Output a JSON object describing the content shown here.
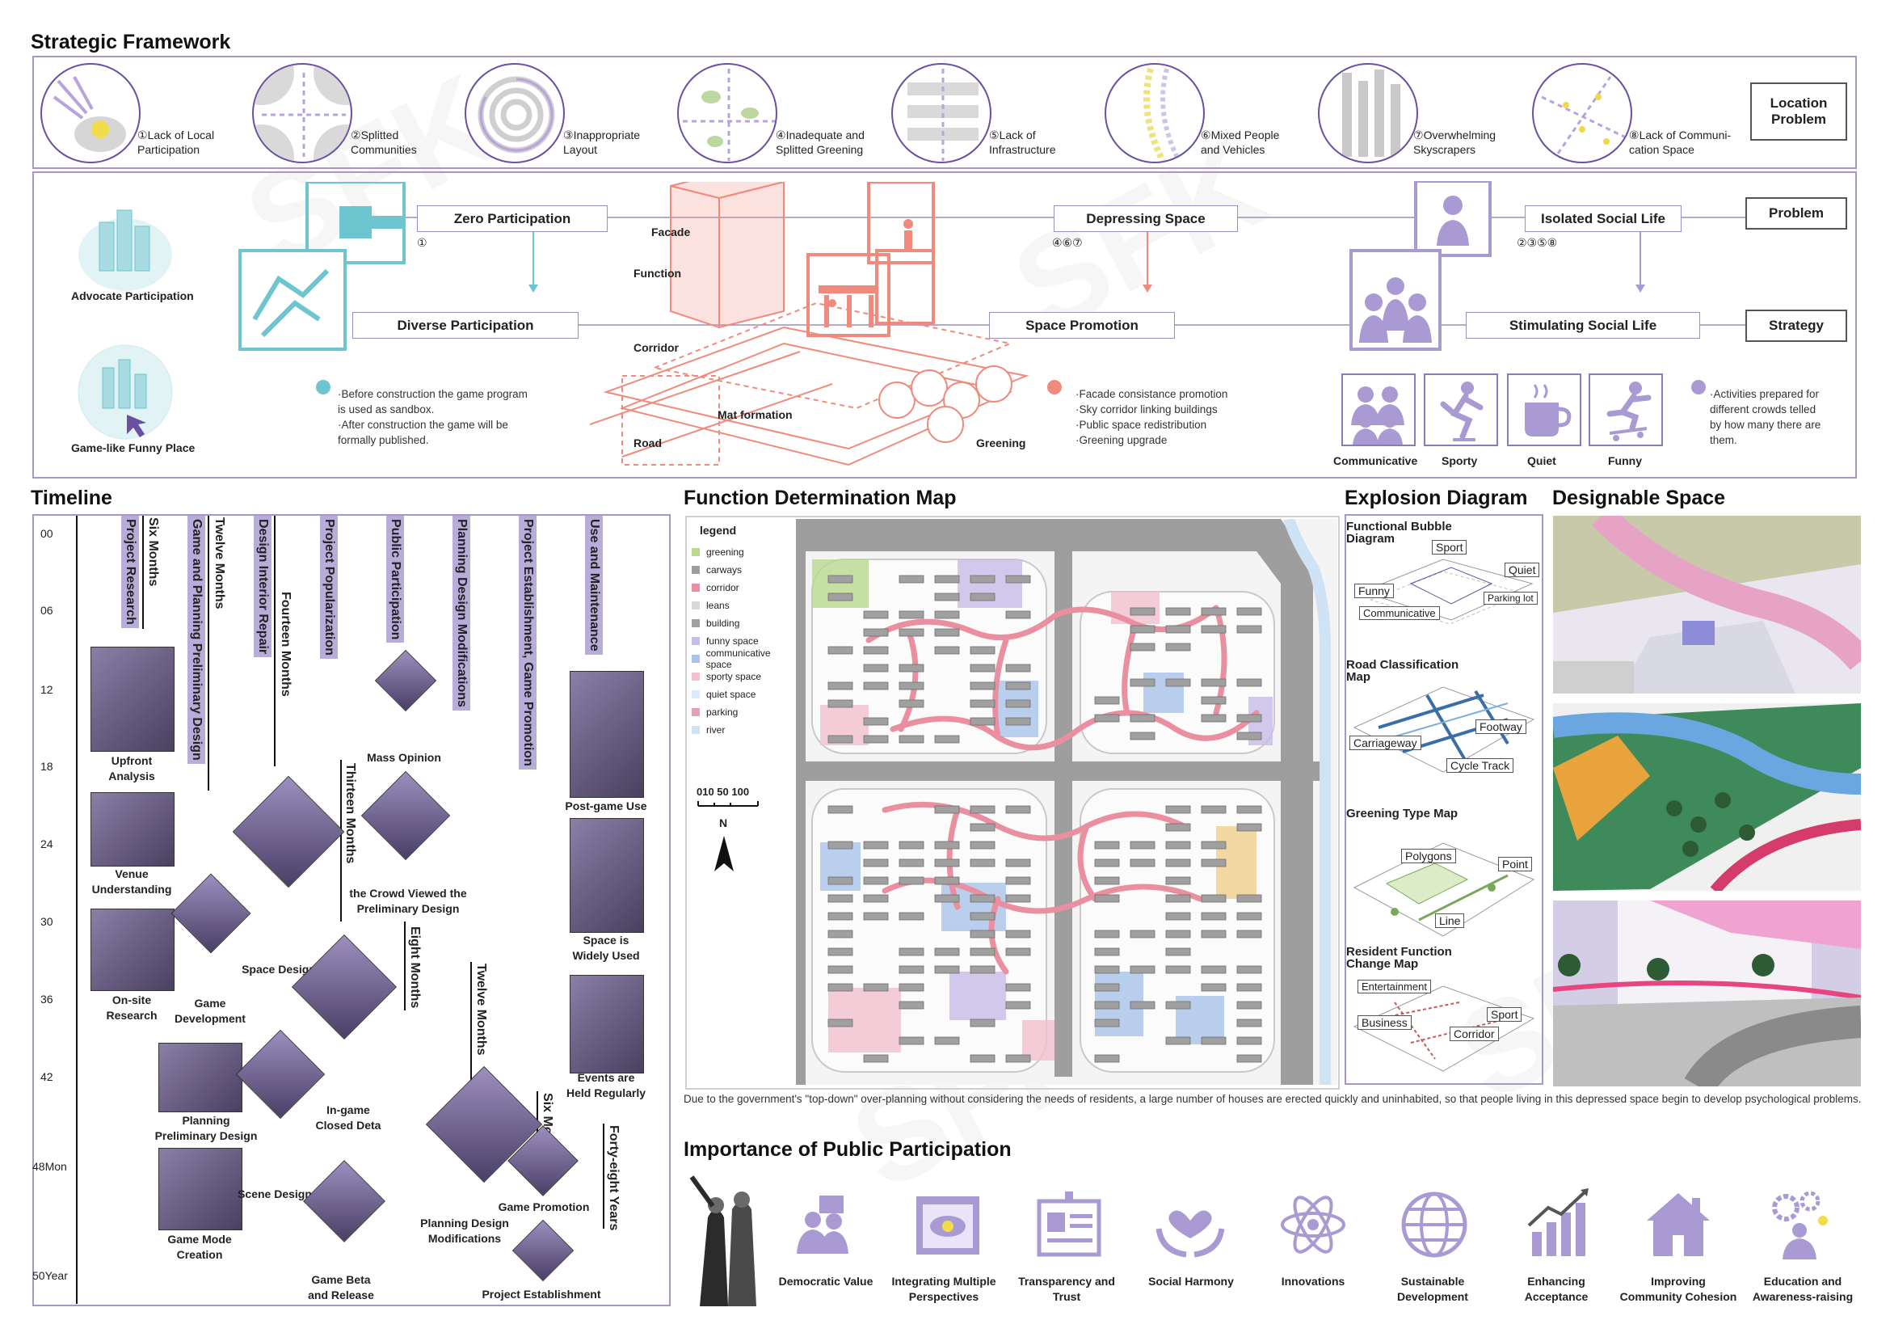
{
  "headings": {
    "strategic": "Strategic Framework",
    "timeline": "Timeline",
    "function_map": "Function Determination Map",
    "explosion": "Explosion Diagram",
    "designable": "Designable Space",
    "importance": "Importance of Public Participation"
  },
  "location_problems": [
    {
      "num": "①",
      "text1": "Lack of Local",
      "text2": "Participation"
    },
    {
      "num": "②",
      "text1": "Splitted",
      "text2": "Communities"
    },
    {
      "num": "③",
      "text1": "Inappropriate",
      "text2": "Layout"
    },
    {
      "num": "④",
      "text1": "Inadequate and",
      "text2": "Splitted Greening"
    },
    {
      "num": "⑤",
      "text1": "Lack of",
      "text2": "Infrastructure"
    },
    {
      "num": "⑥",
      "text1": "Mixed People",
      "text2": "and Vehicles"
    },
    {
      "num": "⑦",
      "text1": "Overwhelming",
      "text2": "Skyscrapers"
    },
    {
      "num": "⑧",
      "text1": "Lack of Communi-",
      "text2": "cation Space"
    }
  ],
  "location_problem_label": {
    "line1": "Location",
    "line2": "Problem"
  },
  "framework": {
    "problem_label": "Problem",
    "strategy_label": "Strategy",
    "advocate": "Advocate Participation",
    "game_like": "Game-like Funny Place",
    "zero": "Zero  Participation",
    "zero_num": "①",
    "diverse": "Diverse  Participation",
    "depressing": "Depressing Space",
    "depressing_num": "④⑥⑦",
    "space_promotion": "Space Promotion",
    "isolated": "Isolated Social Life",
    "isolated_num": "②③⑤⑧",
    "stimulating": "Stimulating Social Life",
    "layers": [
      "Facade",
      "Function",
      "Corridor",
      "Mat formation",
      "Road",
      "Greening"
    ],
    "teal_notes": [
      "·Before construction the game program",
      "is used as sandbox.",
      "·After construction the game will be",
      "formally published."
    ],
    "red_notes": [
      "·Facade consistance promotion",
      "·Sky corridor linking buildings",
      "·Public space redistribution",
      "·Greening upgrade"
    ],
    "purple_notes": [
      "·Activities prepared for",
      "different crowds telled",
      "by how many there are",
      "them."
    ],
    "activity_icons": [
      "Communicative",
      "Sporty",
      "Quiet",
      "Funny"
    ],
    "colors": {
      "teal": "#6cc5cf",
      "red": "#ef8a7c",
      "purple": "#a99ad3"
    }
  },
  "timeline": {
    "axis": [
      "00",
      "06",
      "12",
      "18",
      "24",
      "30",
      "36",
      "42",
      "48Mon",
      "50Year"
    ],
    "bars": [
      {
        "title": "Project Research",
        "duration": "Six Months"
      },
      {
        "title": "Game and Planning Preliminary Design",
        "duration": "Twelve Months"
      },
      {
        "title": "Design Interior Repair",
        "duration": "Fourteen Months"
      },
      {
        "title": "Project Popularization",
        "duration": "Thirteen Months"
      },
      {
        "title": "Public Participation",
        "duration": "Eight Months"
      },
      {
        "title": "Planning Design Modifications",
        "duration": "Twelve Months"
      },
      {
        "title": "Project Establishment, Game Promotion",
        "duration": "Six Months"
      },
      {
        "title": "Use and Maintenance",
        "duration": "Forty-eight Years"
      }
    ],
    "captions": {
      "upfront": [
        "Upfront",
        "Analysis"
      ],
      "venue": [
        "Venue",
        "Understanding"
      ],
      "onsite": [
        "On-site",
        "Research"
      ],
      "planning_pre": [
        "Planning",
        "Preliminary Design"
      ],
      "game_mode": [
        "Game Mode",
        "Creation"
      ],
      "game_dev": [
        "Game",
        "Development"
      ],
      "space_design": "Space Design",
      "scene_design": "Scene Design",
      "ingame": [
        "In-game",
        "Closed Deta"
      ],
      "beta": [
        "Game Beta",
        "and Release"
      ],
      "mass": "Mass Opinion",
      "crowd": [
        "the Crowd Viewed the",
        "Preliminary Design"
      ],
      "planning_mod": [
        "Planning Design",
        "Modifications"
      ],
      "game_promo": "Game Promotion",
      "establish": "Project Establishment",
      "postgame": "Post-game Use",
      "widely": [
        "Space is",
        "Widely Used"
      ],
      "events": [
        "Events are",
        "Held Regularly"
      ]
    }
  },
  "map": {
    "legend_title": "legend",
    "legend": [
      {
        "name": "greening",
        "color": "#b9d98f"
      },
      {
        "name": "carways",
        "color": "#9e9e9e"
      },
      {
        "name": "corridor",
        "color": "#ea8fa0"
      },
      {
        "name": "leans",
        "color": "#d8d8d8"
      },
      {
        "name": "building",
        "color": "#a0a0a0"
      },
      {
        "name": "funny space",
        "color": "#c8bce8"
      },
      {
        "name": "communicative space",
        "color": "#a9c4ea"
      },
      {
        "name": "sporty space",
        "color": "#f3c1cf"
      },
      {
        "name": "quiet space",
        "color": "#d9ecff"
      },
      {
        "name": "parking",
        "color": "#e5a0bd"
      },
      {
        "name": "river",
        "color": "#cfe3f4"
      }
    ],
    "scale": "010 50 100",
    "north": "N",
    "caption": "Due to the government's \"top-down\" over-planning without considering the needs of residents, a large number of houses are erected quickly and uninhabited, so that people living in this depressed space begin to develop psychological problems."
  },
  "explosion": {
    "bubble_title": "Functional Bubble Diagram",
    "bubble_labels": [
      "Sport",
      "Quiet",
      "Funny",
      "Parking lot",
      "Communicative"
    ],
    "road_title": "Road Classification Map",
    "road_labels": [
      "Footway",
      "Carriageway",
      "Cycle Track"
    ],
    "green_title": "Greening Type Map",
    "green_labels": [
      "Polygons",
      "Point",
      "Line"
    ],
    "resident_title": "Resident Function Change Map",
    "resident_labels": [
      "Entertainment",
      "Sport",
      "Business",
      "Corridor"
    ]
  },
  "importance": [
    "Democratic Value",
    "Integrating Multiple Perspectives",
    "Transparency and Trust",
    "Social Harmony",
    "Innovations",
    "Sustainable Development",
    "Enhancing Acceptance",
    "Improving Community Cohesion",
    "Education and Awareness-raising"
  ]
}
